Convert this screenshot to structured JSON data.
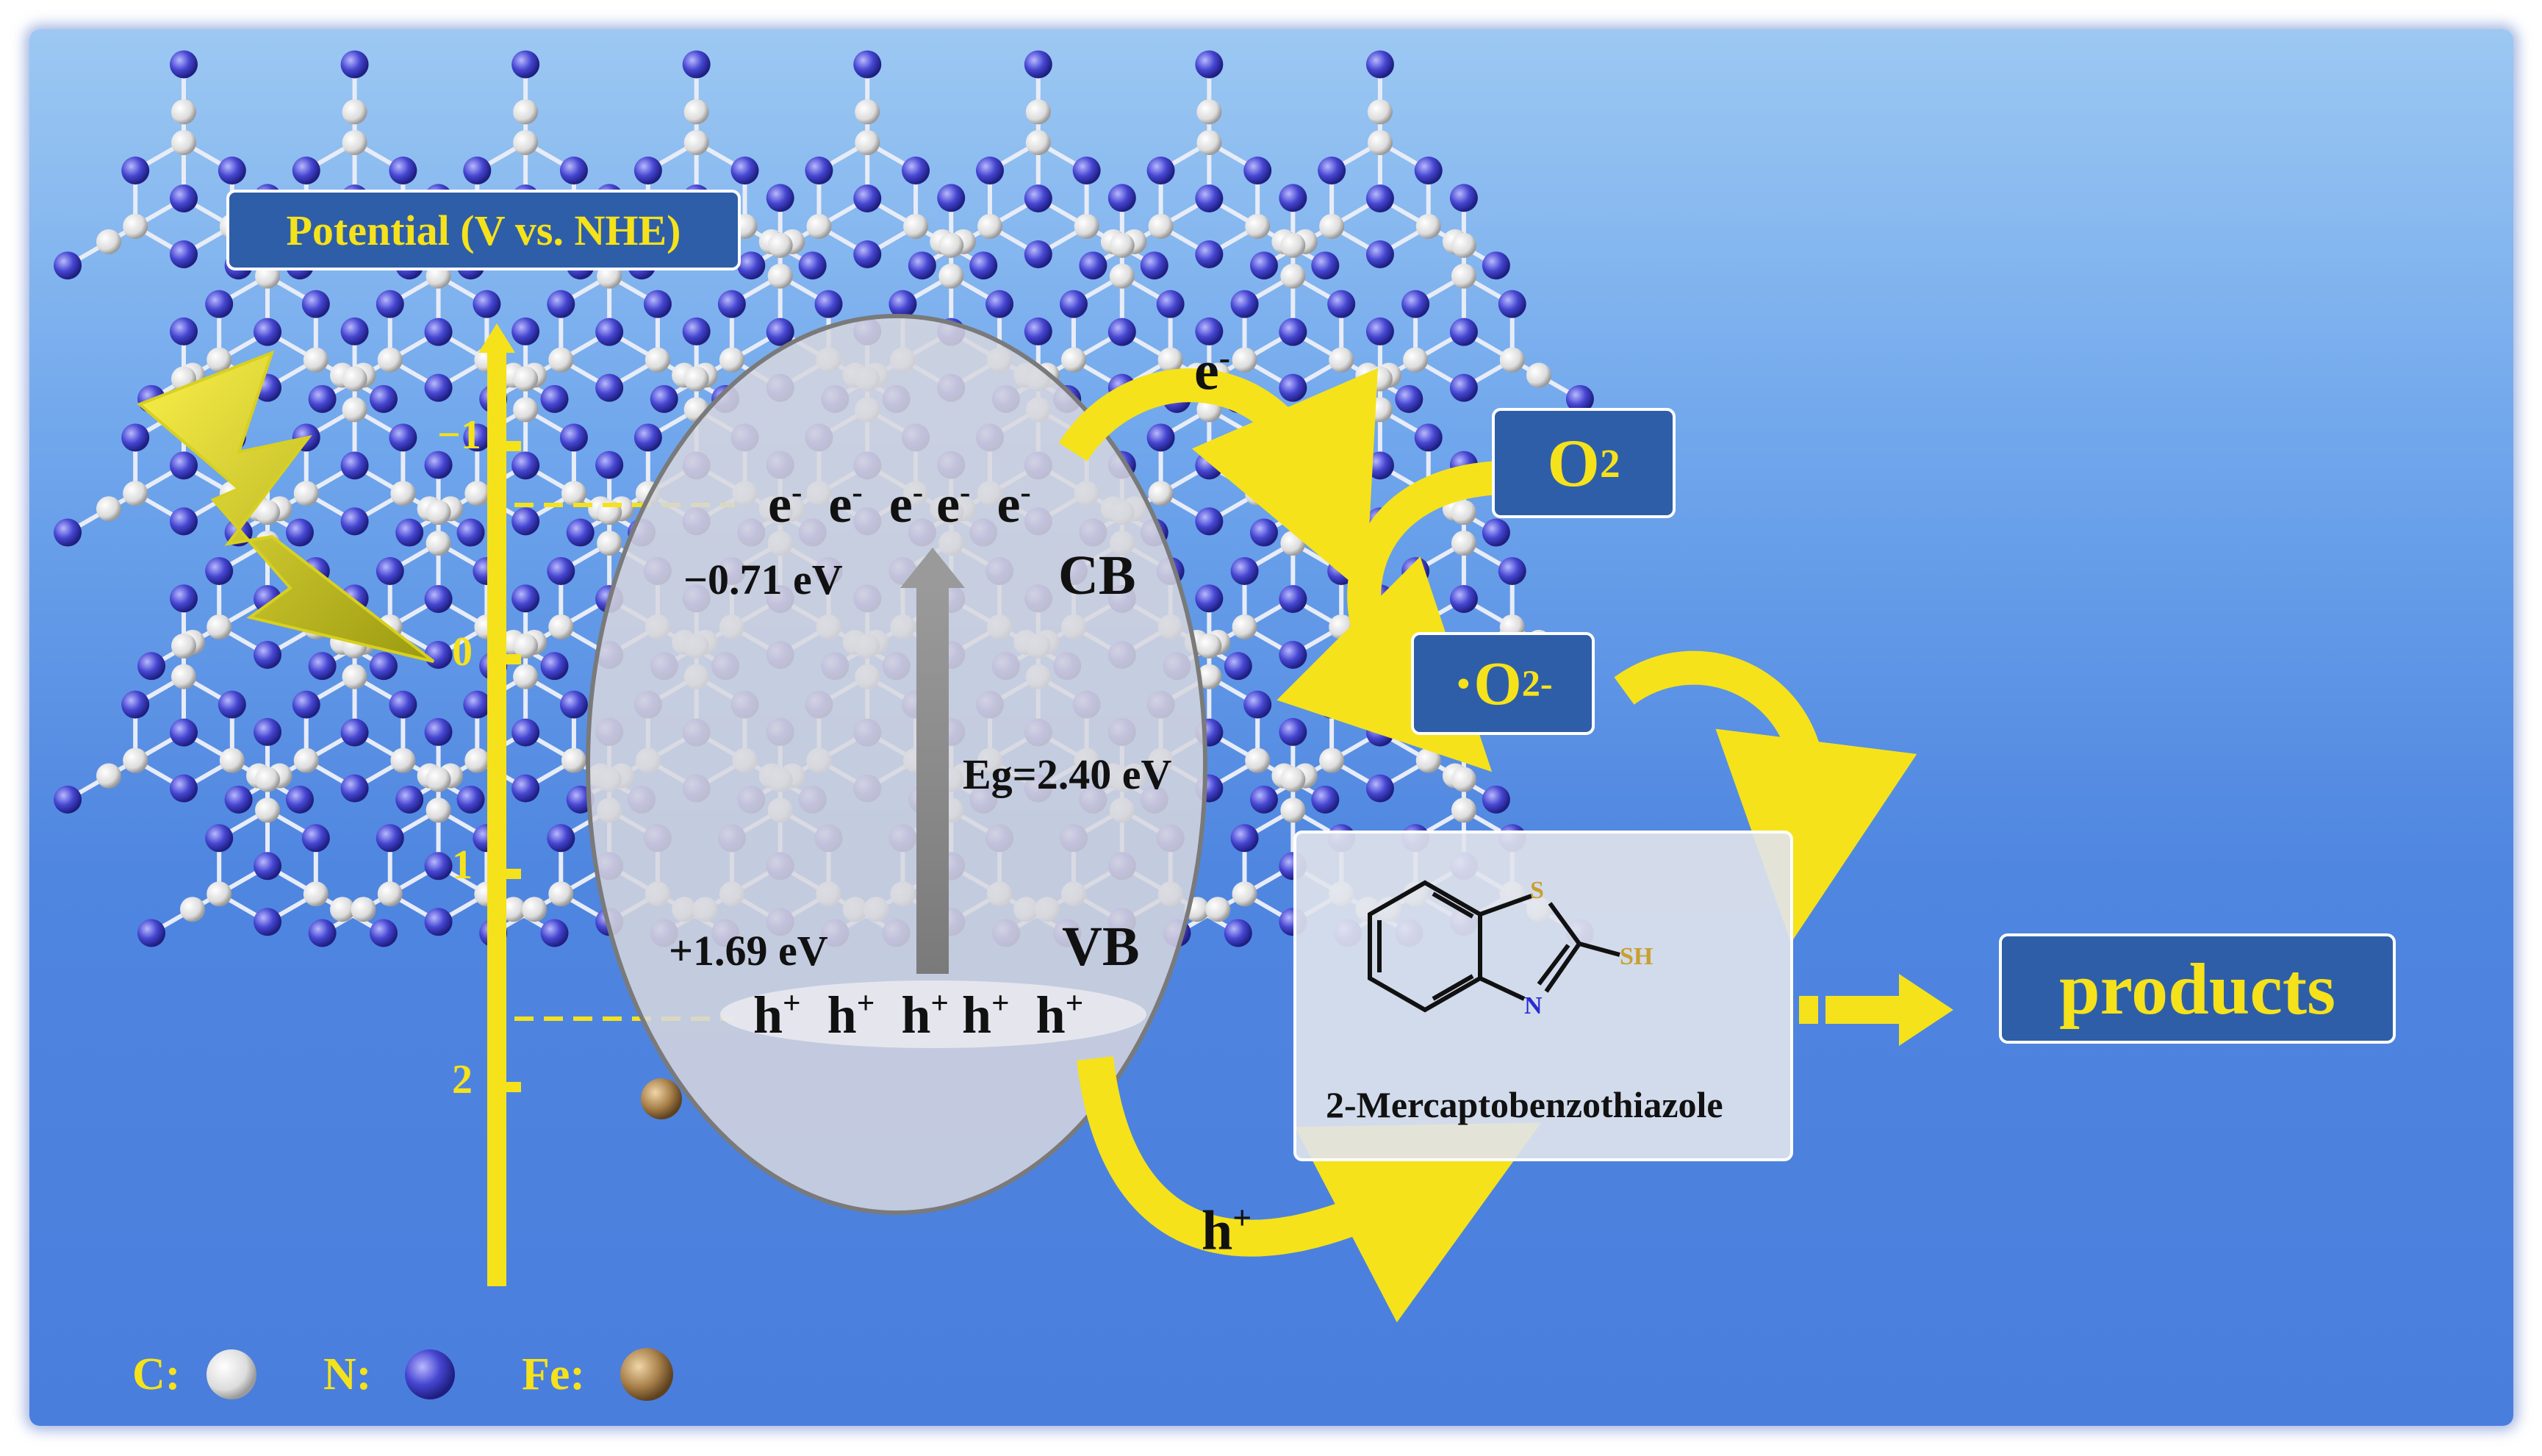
{
  "axis": {
    "title": "Potential (V vs. NHE)",
    "ticks": [
      "−1",
      "0",
      "1",
      "2"
    ]
  },
  "band": {
    "cb_electrons": [
      "e",
      "e",
      "e",
      "e",
      "e"
    ],
    "electron_sup": "-",
    "cb_potential": "−0.71 eV",
    "cb_label": "CB",
    "bandgap": "Eg=2.40 eV",
    "vb_potential": "+1.69 eV",
    "vb_label": "VB",
    "vb_holes": [
      "h",
      "h",
      "h",
      "h",
      "h"
    ],
    "hole_sup": "+"
  },
  "species": {
    "electron": "e",
    "electron_sup": "-",
    "o2": "O",
    "o2_sub": "2",
    "superoxide_prefix": "·O",
    "superoxide_sub": "2",
    "superoxide_sup": "-",
    "hole": "h",
    "hole_sup": "+"
  },
  "molecule": {
    "name": "2-Mercaptobenzothiazole",
    "atom_s": "S",
    "atom_sh": "SH",
    "atom_n": "N"
  },
  "products": "products",
  "legend": {
    "c_label": "C:",
    "n_label": "N:",
    "fe_label": "Fe:"
  },
  "colors": {
    "accent_yellow": "#f5e21b",
    "box_blue": "#2f5ea8",
    "nitrogen": "#3e3ec9",
    "carbon": "#f0f0f0",
    "iron": "#a07840"
  }
}
